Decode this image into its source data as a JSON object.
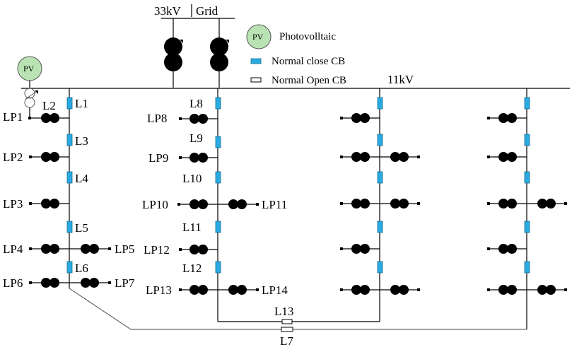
{
  "grid": {
    "voltage_label": "33kV",
    "grid_label": "Grid"
  },
  "bus": {
    "voltage_label": "11kV"
  },
  "legend": {
    "pv_symbol": "PV",
    "pv_label": "Photovolltaic",
    "closed_cb_label": "Normal close CB",
    "open_cb_label": "Normal Open CB",
    "closed_cb_color": "#29abe2"
  },
  "pv_source": {
    "symbol": "PV"
  },
  "feeder1": {
    "line_labels": [
      "L1",
      "L2",
      "L3",
      "L4",
      "L5",
      "L6"
    ],
    "loads": [
      "LP1",
      "LP2",
      "LP3",
      "LP4",
      "LP5",
      "LP6",
      "LP7"
    ]
  },
  "feeder2": {
    "line_labels": [
      "L8",
      "L9",
      "L10",
      "L11",
      "L12"
    ],
    "loads": [
      "LP8",
      "LP9",
      "LP10",
      "LP11",
      "LP12",
      "LP13",
      "LP14"
    ]
  },
  "tie_lines": {
    "l13": "L13",
    "l7": "L7"
  }
}
